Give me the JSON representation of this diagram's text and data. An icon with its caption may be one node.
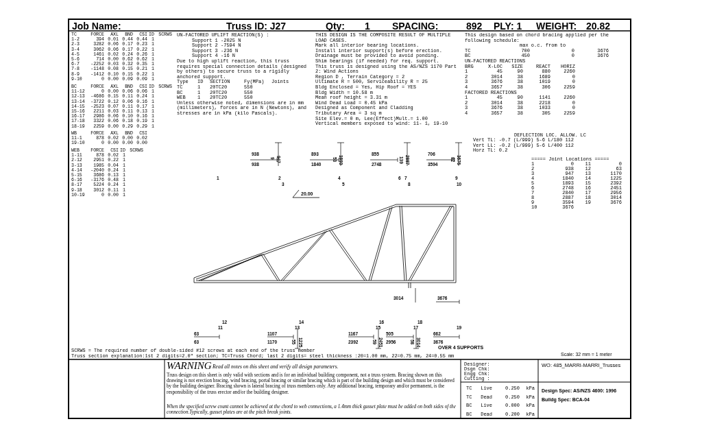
{
  "diagram": {
    "labels": [
      "Job Name:",
      "Truss ID: J27",
      "Qty:",
      "1",
      "SPACING:",
      "892",
      "PLY: 1",
      "WEIGHT:",
      "20.82",
      "TC FORCE AXL BND CSI ID SCRWS",
      "1-2 394 0.01 0.44 0.44 1",
      "2-3 3282 0.06 0.17 0.23 1",
      "3-4 3062 0.06 0.17 0.22 1",
      "4-5 1461 0.02 0.24 0.26 1",
      "5-6 714 0.00 0.62 0.62 1",
      "6-7 -2252 0.03 0.32 0.35 1",
      "7-8 -1148 0.08 0.15 0.21 1",
      "8-9 -1412 0.10 0.15 0.22 1",
      "9-10 0 0.00 0.09 0.09 1",
      "BC FORCE AXL BND CSI ID SCRWS",
      "11-12 0 0.00 0.06 0.06 1",
      "12-13 -4686 0.15 0.11 0.24 1",
      "13-14 -3722 0.12 0.06 0.16 1",
      "14-15 -2523 0.07 0.11 0.17 1",
      "15-16 2211 0.03 0.11 0.13 1",
      "16-17 2986 0.06 0.10 0.16 1",
      "17-18 3322 0.06 0.18 0.19 1",
      "18-19 2259 0.00 0.29 0.29 1",
      "WB FORCE AXL BND CSI",
      "11-1 878 0.02 0.00 0.02",
      "19-10 0 0.00 0.00 0.00",
      "WEB FORCE CSI ID SCRWS",
      "1-11 878 0.02 1",
      "2-12 2951 0.22 1",
      "3-13 1985 0.04 1",
      "4-14 -2040 0.24 1",
      "5-15 3686 0.13 1",
      "6-16 -3176 0.48 1",
      "8-17 5224 0.24 1",
      "9-18 3012 0.11 1",
      "10-19 0 0.00 1",
      "UN-FACTORED UPLIFT REACTION(S) :",
      "Support 1 -2025 N",
      "Support 2 -7594 N",
      "Support 3 -236 N",
      "Support 4 -16 N",
      "Due to high uplift reaction, this truss requires special connection details (designed by others) to secure truss to a rigidly anchored support.",
      "Type ID SECTION Fy(MPa) Joints",
      "TC 1 20TC20 550",
      "BC 1 20TC20 550",
      "WEB 1 20TC20 550",
      "Unless otherwise noted, dimensions are in mm (millimeters), forces are in N (Newtons), and stresses are in kPa (kilo Pascals).",
      "THIS DESIGN IS THE COMPOSITE RESULT OF MULTIPLE LOAD CASES.",
      "Mark all interior bearing locations.",
      "Install interior support(s) before erection.",
      "Drainage must be provided to avoid ponding.",
      "Shim bearings (if needed) for req. support.",
      "This truss is designed using the AS/NZS 1170 Part 2: Wind Actions",
      "Region D , Terrain Category = 2",
      "Ultimate R = 500, Serviceability R = 25",
      "Bldg Enclosed = Yes, Hip Roof = YES",
      "Bldg Width = 10.58 m",
      "Mean roof height = 3.31 m",
      "Wind Dead Load = 0.45 kPa",
      "Designed as Component and Cladding",
      "Tributary Area = 3 sq m",
      "Site Elev.= 0 m, Lee(Effect)Mult.= 1.00",
      "Vertical members exposed to wind: 11- 1, 19-10",
      "This design based on chord bracing applied per the following schedule:",
      "max o.c. from to",
      "TC 700 0 3676",
      "BC 450 0 3676",
      "UN-FACTORED REACTIONS",
      "BRG X-LOC SIZE REACT HORIZ",
      "1 45 90 880 2260",
      "2 3014 38 1689 0",
      "3 3676 38 1019 0",
      "4 3657 38 306 2259",
      "FACTORED REACTIONS",
      "1 45 90 1141 2260",
      "2 3014 38 2218 0",
      "3 3676 38 1033 0",
      "4 3657 38 305 2259",
      "DEFLECTION LOC. ALLOW. LC",
      "Vert TL: -0.7 (L/999) 5-6 L/180 112",
      "Vert LL: -0.2 (L/999) 5-6 L/400 112",
      "Horz TL: 0.2",
      "===== Joint Locations =====",
      "1 0 11 0",
      "2 938 12 63",
      "3 947 13 1170",
      "4 1840 14 1225",
      "5 1893 15 2392",
      "6 2748 16 2451",
      "7 2840 17 2956",
      "8 2887 18 3014",
      "9 3594 19 3676",
      "10 3676",
      "938",
      "938",
      "9",
      "947",
      "893",
      "1840",
      "53",
      "1893",
      "855",
      "2748",
      "139",
      "2887",
      "706",
      "3594",
      "82",
      "3676",
      "1",
      "2",
      "3",
      "4",
      "5",
      "6",
      "7",
      "8",
      "9",
      "10",
      "20.00",
      "3014",
      "3676",
      "12",
      "11",
      "14",
      "13",
      "16",
      "15",
      "18",
      "17",
      "19",
      "63",
      "63",
      "1107",
      "1170",
      "55",
      "1225",
      "1167",
      "2392",
      "59",
      "2451",
      "505",
      "2956",
      "58",
      "3014",
      "662",
      "3676",
      "OVER 4 SUPPORTS",
      "SCRWS = The required number of double-sided #12 screws at each end of the truss member",
      "Truss section explanation:1st 2 digits=2.0\" section; TC=Truss Chord; last 2 digits= steel thickness :20=1.00 mm, 22=0.75 mm, 24=0.55 mm",
      "Scale: 32 mm = 1 meter",
      "WARNING",
      "Read all notes on this sheet and verify all design parameters.",
      "Truss design on this sheet is only valid with sections and is for an individual building component, not a truss system. Bracing shown on this drawing is not erection bracing, wind bracing, portal bracing or similar bracing which is part of the building design and which must be considered by the building designer. Bracing shown is lateral bracing of truss members only. Any additional bracing, temporary and/or permanent, is the responsibility of the truss erector and/or the building designer.",
      "When the specified screw count cannot be achieved at the chord to web connections, a 1.4mm thick gusset plate must be added on both sides of the connection.Typically, gusset plates are at the pitch break joints.",
      "Designer:",
      "Dsgn Chk:",
      "Engg Chk:",
      "Cutting :",
      "WO: 485_MARRI-MARRI_Trusses",
      "TC Live 0.250 kPa",
      "TC Dead 0.250 kPa",
      "BC Live 0.000 kPa",
      "BC Dead 0.200 kPa",
      "Design Spec: AS/NZS 4600: 1996",
      "Buildg Spec: BCA-04"
    ]
  }
}
